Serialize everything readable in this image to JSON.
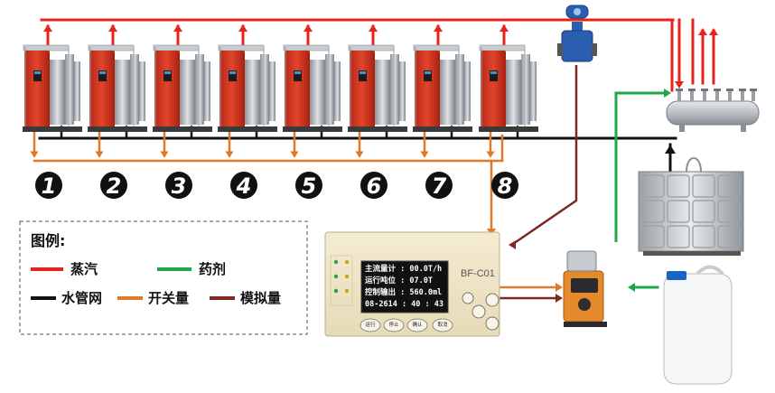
{
  "boilers": [
    {
      "number": "1"
    },
    {
      "number": "2"
    },
    {
      "number": "3"
    },
    {
      "number": "4"
    },
    {
      "number": "5"
    },
    {
      "number": "6"
    },
    {
      "number": "7"
    },
    {
      "number": "8"
    }
  ],
  "legend": {
    "title": "图例:",
    "items": [
      {
        "label": "蒸汽",
        "color": "#e8231e"
      },
      {
        "label": "药剂",
        "color": "#1fa84a"
      },
      {
        "label": "水管网",
        "color": "#111111"
      },
      {
        "label": "开关量",
        "color": "#e07a2a"
      },
      {
        "label": "模拟量",
        "color": "#7a2a22"
      }
    ]
  },
  "controller": {
    "model": "BF-C01",
    "lcd_lines": [
      "主流量计 :  00.0T/h",
      "运行吨位 :  07.0T",
      "控制输出 :  560.0ml",
      "08-2614 : 40 : 43"
    ],
    "buttons": [
      "运行",
      "停止",
      "确认",
      "取消"
    ]
  },
  "colors": {
    "steam": "#e8231e",
    "chemical": "#1fa84a",
    "water": "#111111",
    "switch": "#e07a2a",
    "analog": "#7a2a22"
  }
}
